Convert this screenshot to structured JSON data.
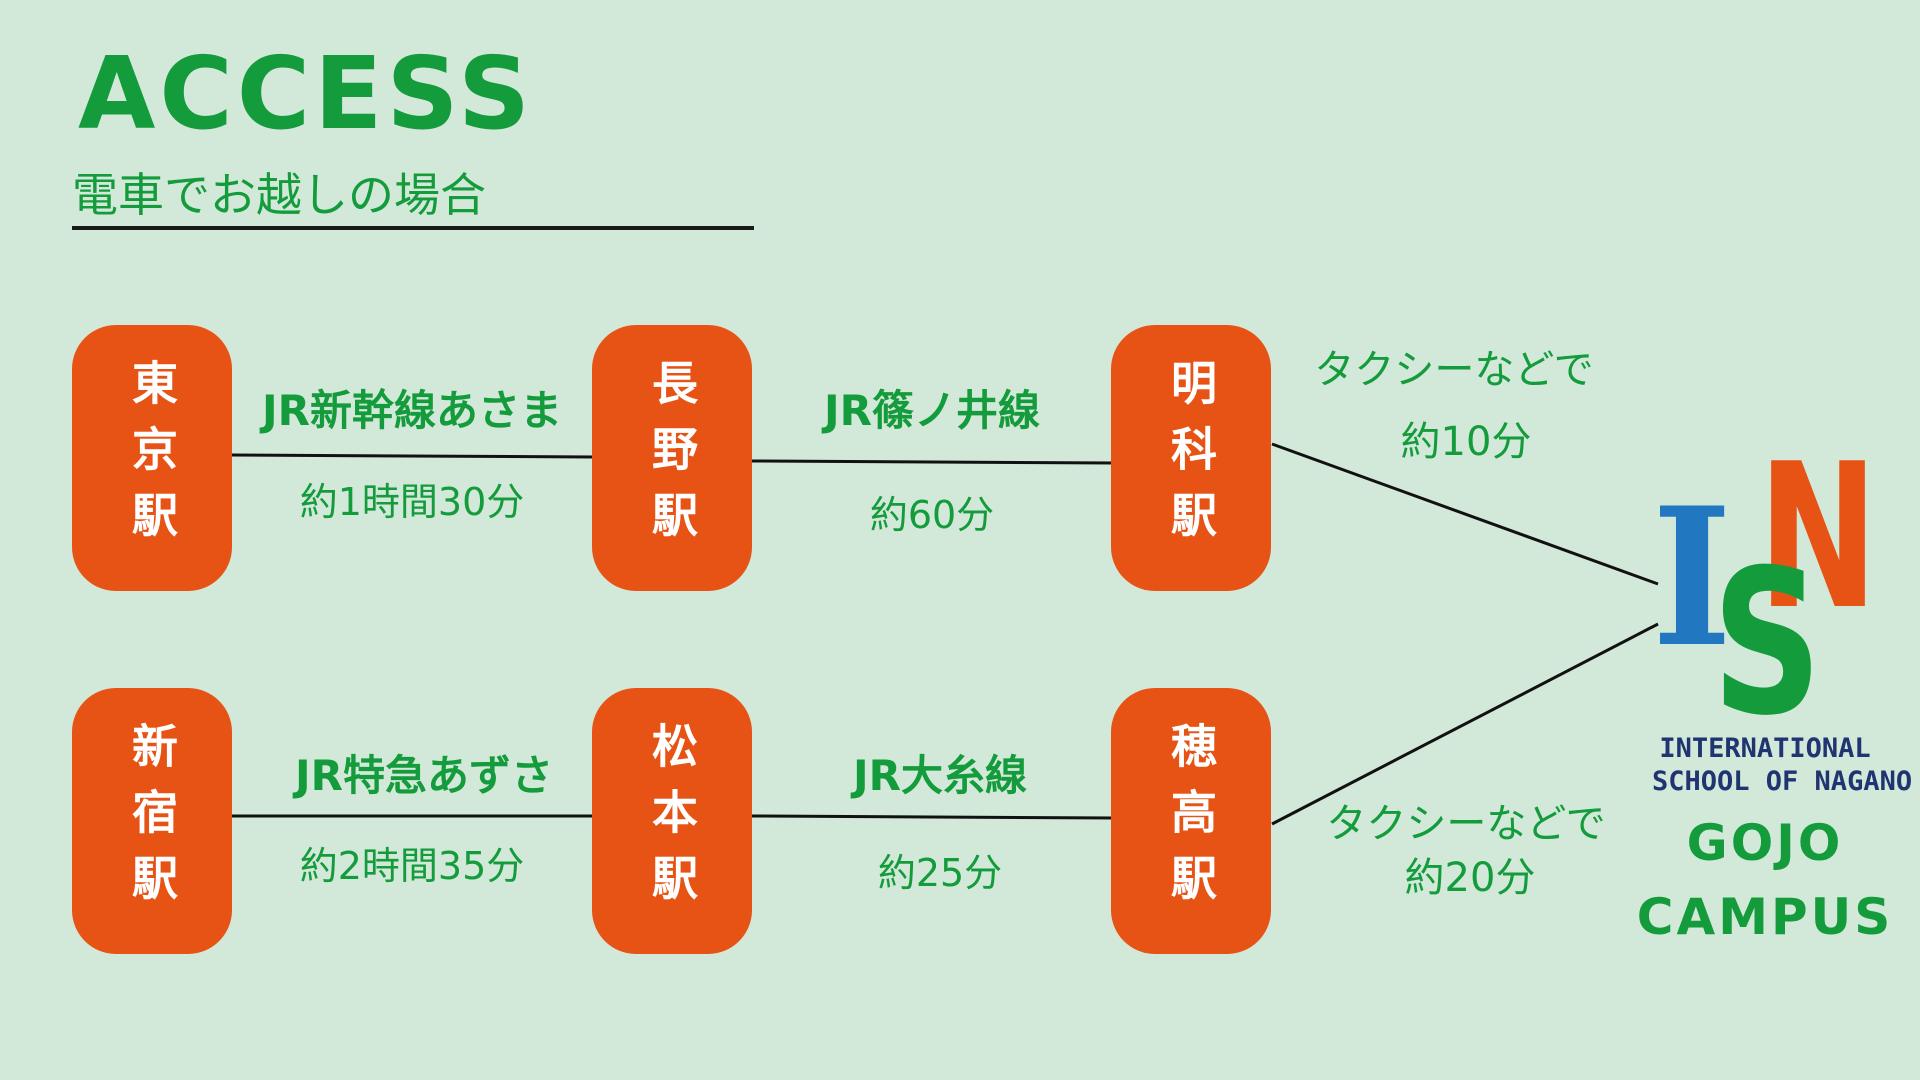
{
  "header": {
    "title": "ACCESS",
    "subtitle": "電車でお越しの場合"
  },
  "routes": {
    "top": {
      "stations": [
        "東京駅",
        "長野駅",
        "明科駅"
      ],
      "legs": [
        {
          "line": "JR新幹線あさま",
          "time": "約1時間30分"
        },
        {
          "line": "JR篠ノ井線",
          "time": "約60分"
        }
      ],
      "final": {
        "mode": "タクシーなどで",
        "time": "約10分"
      }
    },
    "bottom": {
      "stations": [
        "新宿駅",
        "松本駅",
        "穂高駅"
      ],
      "legs": [
        {
          "line": "JR特急あずさ",
          "time": "約2時間35分"
        },
        {
          "line": "JR大糸線",
          "time": "約25分"
        }
      ],
      "final": {
        "mode": "タクシーなどで",
        "time": "約20分"
      }
    }
  },
  "destination": {
    "logo_letters": {
      "i": "I",
      "s": "S",
      "n": "N"
    },
    "school_line1": "INTERNATIONAL",
    "school_line2": "SCHOOL OF NAGANO",
    "campus_line1": "GOJO",
    "campus_line2": "CAMPUS"
  },
  "colors": {
    "background": "#d2e8d9",
    "green": "#149b3c",
    "orange": "#e65314",
    "blue": "#2278c0",
    "navy": "#1f3470"
  }
}
